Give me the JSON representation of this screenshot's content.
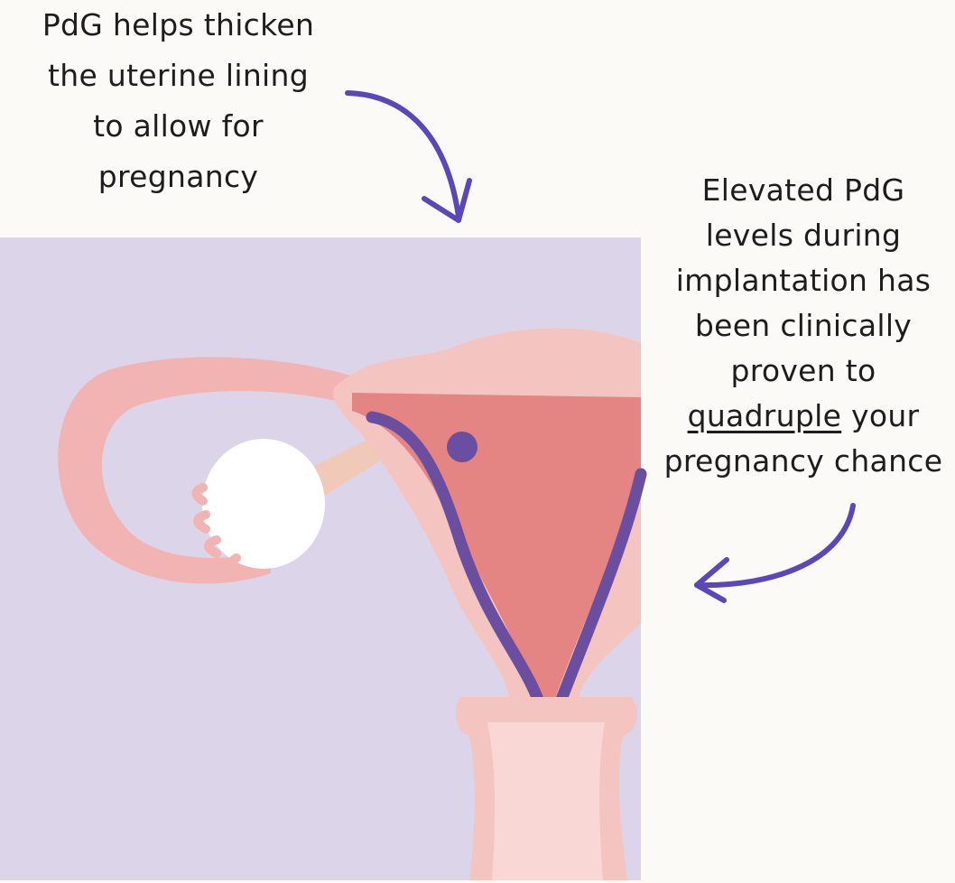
{
  "left_caption": {
    "lines": [
      "PdG helps thicken",
      "the uterine lining",
      "to allow for",
      "pregnancy"
    ]
  },
  "right_caption": {
    "lines": [
      "Elevated PdG",
      "levels during",
      "implantation has",
      "been clinically",
      "proven to"
    ],
    "underlined_word": "quadruple",
    "line6_rest": " your",
    "line7": "pregnancy chance"
  },
  "colors": {
    "background": "#fbfaf7",
    "panel": "#dcd5e9",
    "arrow": "#5b48b8",
    "tube": "#f2b3b3",
    "uterus_outer": "#f4c4c1",
    "uterus_inner": "#e48483",
    "lining": "#6a4fa0",
    "ovary": "#ffffff"
  }
}
